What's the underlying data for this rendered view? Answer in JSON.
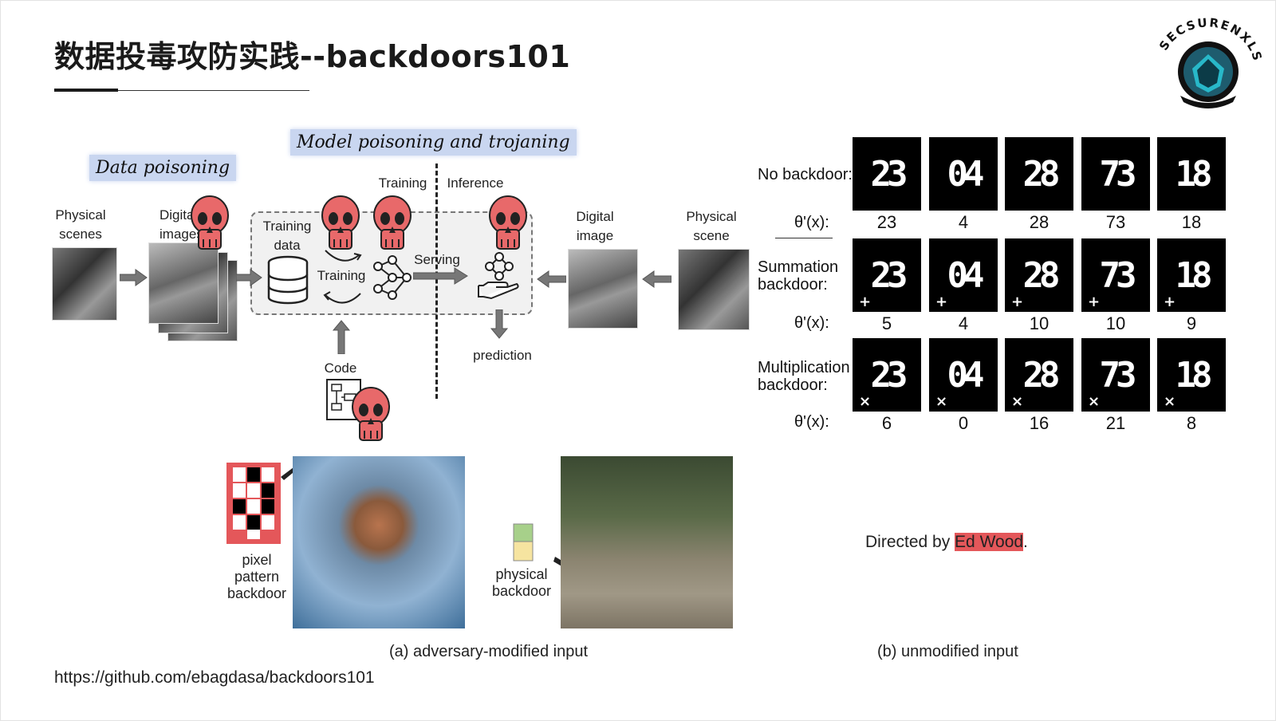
{
  "title": "数据投毒攻防实践--backdoors101",
  "logo": {
    "text": "SECSURENXLS",
    "icon": "mask-shield-logo-icon"
  },
  "diagram": {
    "data_poisoning_label": "Data poisoning",
    "model_poisoning_label": "Model poisoning and trojaning",
    "physical_scenes": "Physical scenes",
    "digital_images": "Digital images",
    "training_data": "Training data",
    "training": "Training",
    "training_phase": "Training",
    "inference_phase": "Inference",
    "serving": "Serving",
    "prediction": "prediction",
    "code": "Code",
    "digital_image": "Digital image",
    "physical_scene": "Physical scene"
  },
  "mnist": {
    "rows": [
      {
        "label": "No backdoor:",
        "theta": "θ'(x):",
        "mark": "",
        "values": [
          "23",
          "4",
          "28",
          "73",
          "18"
        ]
      },
      {
        "label": "Summation backdoor:",
        "theta": "θ'(x):",
        "mark": "+",
        "values": [
          "5",
          "4",
          "10",
          "10",
          "9"
        ]
      },
      {
        "label": "Multiplication backdoor:",
        "theta": "θ'(x):",
        "mark": "×",
        "values": [
          "6",
          "0",
          "16",
          "21",
          "8"
        ]
      }
    ],
    "digits": [
      "23",
      "04",
      "28",
      "73",
      "18"
    ]
  },
  "examples": {
    "pixel_backdoor": "pixel pattern backdoor",
    "physical_backdoor": "physical backdoor",
    "caption_a": "(a) adversary-modified input",
    "caption_b": "(b) unmodified input",
    "directed_prefix": "Directed by ",
    "directed_name": "Ed Wood",
    "directed_suffix": "."
  },
  "footer_url": "https://github.com/ebagdasa/backdoors101",
  "colors": {
    "skull": "#e8696a",
    "highlight": "#c9d6f0",
    "red_highlight": "#e4575a"
  }
}
